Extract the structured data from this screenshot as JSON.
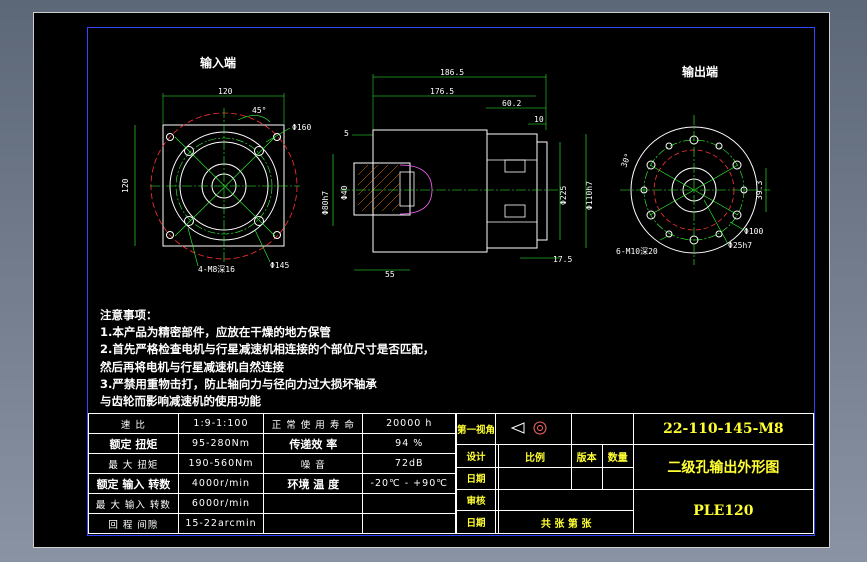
{
  "views": {
    "input_title": "输入端",
    "output_title": "输出端"
  },
  "dimensions": {
    "input_width": "120",
    "input_height": "120",
    "angle_input": "45°",
    "input_d160": "Φ160",
    "input_holes": "4-M8深16",
    "input_d145": "Φ145",
    "side_len_total": "186.5",
    "side_len_body": "176.5",
    "side_flange": "60.2",
    "side_10": "10",
    "side_5": "5",
    "side_d80": "Φ80h7",
    "side_d40": "Φ40",
    "side_d225": "Φ225",
    "side_d110": "Φ110h7",
    "side_55": "55",
    "side_17_5": "17.5",
    "angle_output": "30°",
    "out_dim_39_3": "39.3",
    "out_d100": "Φ100",
    "out_holes": "6-M10深20",
    "out_d25": "Φ25h7"
  },
  "notes": [
    "注意事项：",
    "1.本产品为精密部件，应放在干燥的地方保管",
    "2.首先严格检查电机与行星减速机相连接的个部位尺寸是否匹配，",
    "然后再将电机与行星减速机自然连接",
    "3.严禁用重物击打，防止轴向力与径向力过大损坏轴承",
    "与齿轮而影响减速机的使用功能"
  ],
  "params": {
    "ratio_label": "速 比",
    "ratio_value": "1:9-1:100",
    "life_label": "正 常 使 用 寿 命",
    "life_value": "20000 h",
    "rated_torque_label": "额定 扭矩",
    "rated_torque_value": "95-280Nm",
    "efficiency_label": "传递效 率",
    "efficiency_value": "94 %",
    "max_torque_label": "最 大 扭矩",
    "max_torque_value": "190-560Nm",
    "noise_label": "噪 音",
    "noise_value": "72dB",
    "rated_speed_label": "额定 输入 转数",
    "rated_speed_value": "4000r/min",
    "env_temp_label": "环境 温 度",
    "env_temp_value": "-20℃ - +90℃",
    "max_speed_label": "最 大 输入 转数",
    "max_speed_value": "6000r/min",
    "backlash_label": "回 程 间隙",
    "backlash_value": "15-22arcmin"
  },
  "title_block": {
    "projection_label": "第一视角",
    "design_label": "设计",
    "date_label": "日期",
    "review_label": "审核",
    "date2_label": "日期",
    "scale_label": "比例",
    "version_label": "版本",
    "qty_label": "数量",
    "sheets_label": "共 张 第 张",
    "part_number": "22-110-145-M8",
    "drawing_name": "二级孔输出外形图",
    "model": "PLE120"
  }
}
